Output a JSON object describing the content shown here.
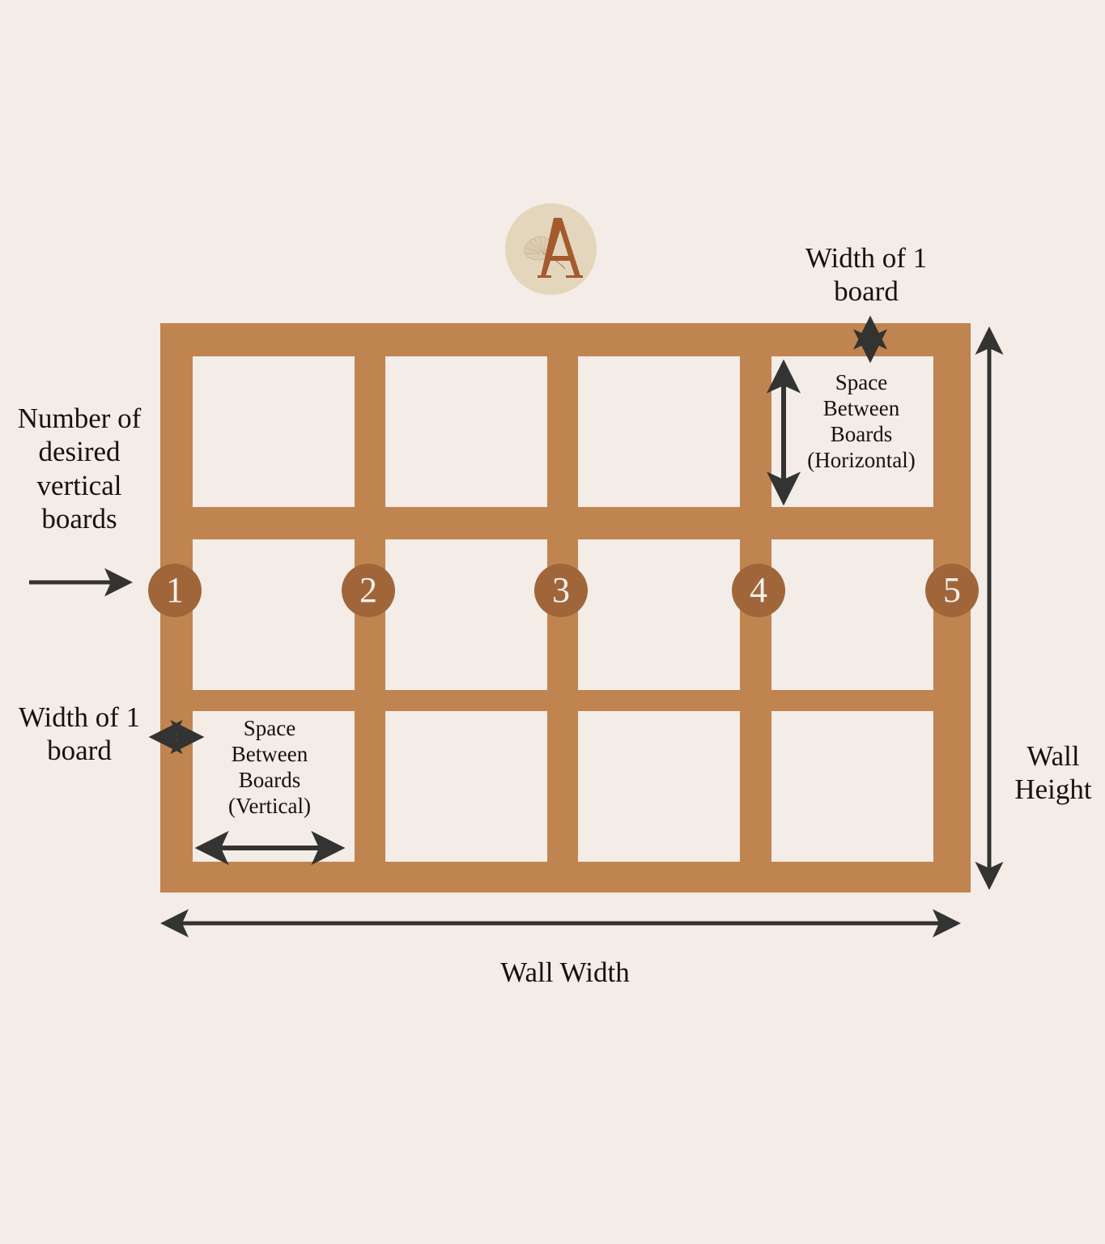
{
  "page": {
    "background_color": "#f4ece7",
    "board_color": "#c08450",
    "marker_color": "#a0663a",
    "text_color": "#15120f",
    "arrow_color": "#333331"
  },
  "logo": {
    "letter": "A",
    "circle_color": "#e3d6bd",
    "letter_color": "#a35a2c",
    "leaf": "ginkgo-leaf"
  },
  "labels": {
    "number_of_desired_vertical_boards": "Number of\ndesired\nvertical\nboards",
    "width_of_1_board_left": "Width of 1\nboard",
    "width_of_1_board_top": "Width of 1\nboard",
    "space_between_boards_horizontal": "Space\nBetween\nBoards\n(Horizontal)",
    "space_between_boards_vertical": "Space\nBetween\nBoards\n(Vertical)",
    "wall_height": "Wall\nHeight",
    "wall_width": "Wall Width"
  },
  "board_markers": [
    {
      "number": "1"
    },
    {
      "number": "2"
    },
    {
      "number": "3"
    },
    {
      "number": "4"
    },
    {
      "number": "5"
    }
  ],
  "diagram": {
    "type": "board-and-batten-wall-layout",
    "vertical_boards": 5,
    "grid_columns": 4,
    "grid_rows": 3
  }
}
